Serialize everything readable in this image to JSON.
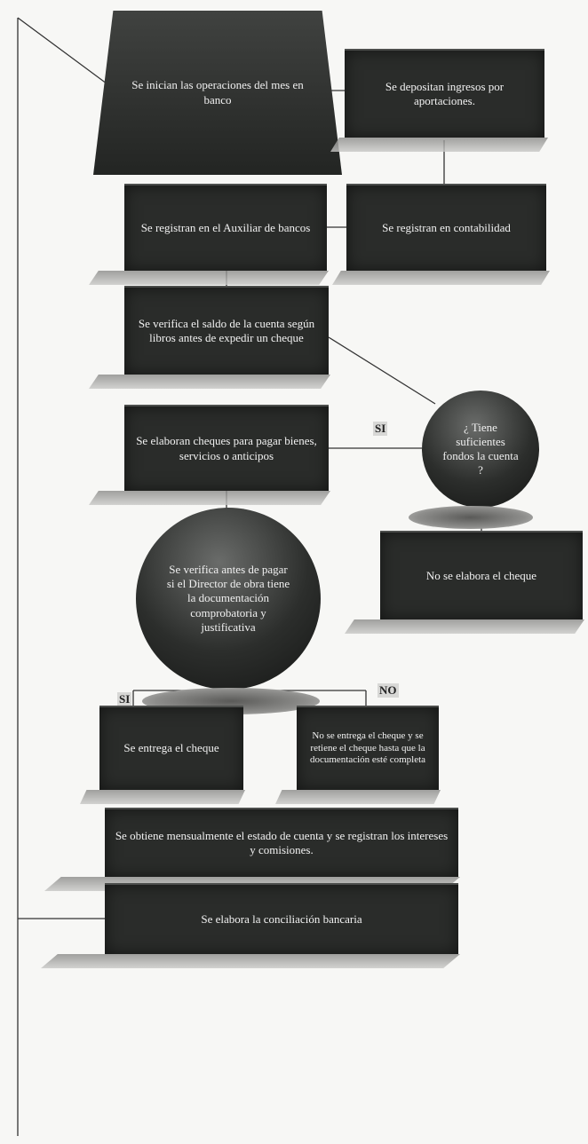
{
  "steps": {
    "operations": "Se inician las operaciones del mes en banco",
    "deposits": "Se depositan ingresos por aportaciones.",
    "aux_banks": "Se registran en el Auxiliar de bancos",
    "accounting": "Se registran en contabilidad",
    "verify_balance": "Se verifica el saldo de la cuenta según libros antes de expedir un cheque",
    "question_funds": "¿ Tiene suficientes fondos la cuenta ?",
    "make_checks": "Se elaboran cheques para pagar bienes, servicios o anticipos",
    "no_check": "No se elabora el cheque",
    "verify_docs": "Se verifica antes de pagar si el Director de obra tiene la documentación comprobatoria y justificativa",
    "deliver_check": "Se entrega el cheque",
    "no_deliver": "No se entrega el cheque y se retiene el cheque hasta que la documentación esté completa",
    "statement": "Se obtiene mensualmente el estado de cuenta y se registran los intereses y comisiones.",
    "reconciliation": "Se elabora la conciliación bancaria"
  },
  "labels": {
    "si_funds": "SI",
    "si_docs": "SI",
    "no_docs": "NO"
  }
}
